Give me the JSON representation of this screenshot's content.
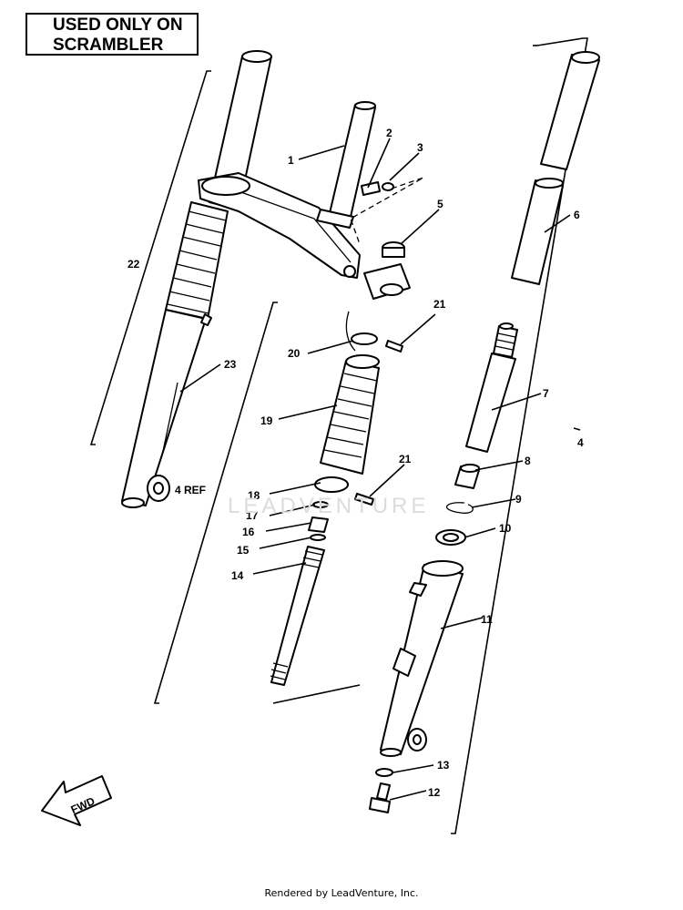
{
  "notice": {
    "line1": "USED ONLY ON",
    "line2": "SCRAMBLER"
  },
  "watermark": "LEADVENTURE",
  "footer": "Rendered by LeadVenture, Inc.",
  "direction_arrow": {
    "label": "FWD"
  },
  "callouts": {
    "c1": "1",
    "c2": "2",
    "c3": "3",
    "c4": "4",
    "c4ref": "4 REF",
    "c5": "5",
    "c6": "6",
    "c7": "7",
    "c8": "8",
    "c9": "9",
    "c10": "10",
    "c11": "11",
    "c12": "12",
    "c13": "13",
    "c14": "14",
    "c15": "15",
    "c16": "16",
    "c17": "17",
    "c18": "18",
    "c19": "19",
    "c20": "20",
    "c21a": "21",
    "c21b": "21",
    "c22": "22",
    "c23": "23"
  }
}
